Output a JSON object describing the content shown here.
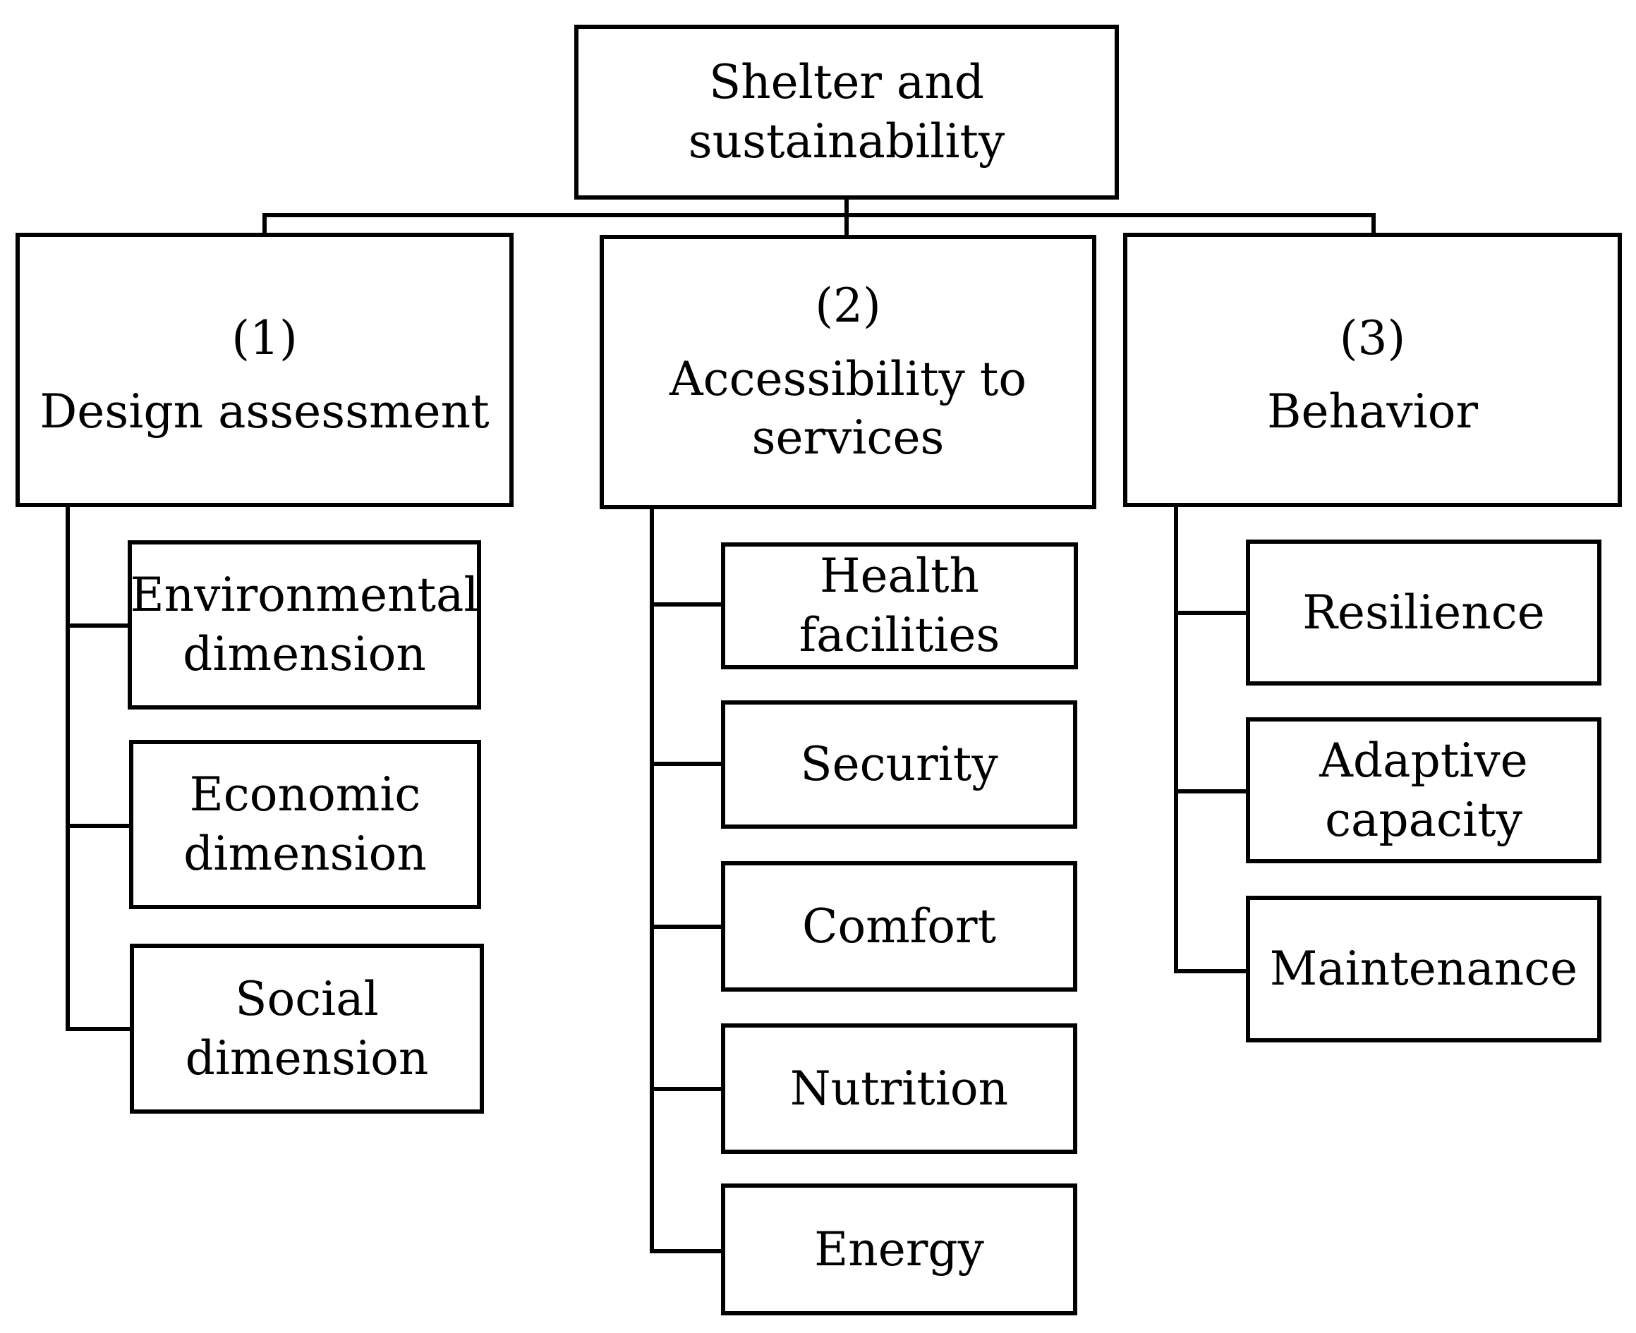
{
  "diagram": {
    "root": {
      "line1": "Shelter and",
      "line2": "sustainability"
    },
    "categories": [
      {
        "number": "(1)",
        "title_line1": "Design assessment",
        "title_line2": "",
        "children": [
          {
            "line1": "Environmental",
            "line2": "dimension"
          },
          {
            "line1": "Economic",
            "line2": "dimension"
          },
          {
            "line1": "Social",
            "line2": "dimension"
          }
        ]
      },
      {
        "number": "(2)",
        "title_line1": "Accessibility to",
        "title_line2": "services",
        "children": [
          {
            "line1": "Health",
            "line2": "facilities"
          },
          {
            "line1": "Security",
            "line2": ""
          },
          {
            "line1": "Comfort",
            "line2": ""
          },
          {
            "line1": "Nutrition",
            "line2": ""
          },
          {
            "line1": "Energy",
            "line2": ""
          }
        ]
      },
      {
        "number": "(3)",
        "title_line1": "Behavior",
        "title_line2": "",
        "children": [
          {
            "line1": "Resilience",
            "line2": ""
          },
          {
            "line1": "Adaptive",
            "line2": "capacity"
          },
          {
            "line1": "Maintenance",
            "line2": ""
          }
        ]
      }
    ]
  }
}
